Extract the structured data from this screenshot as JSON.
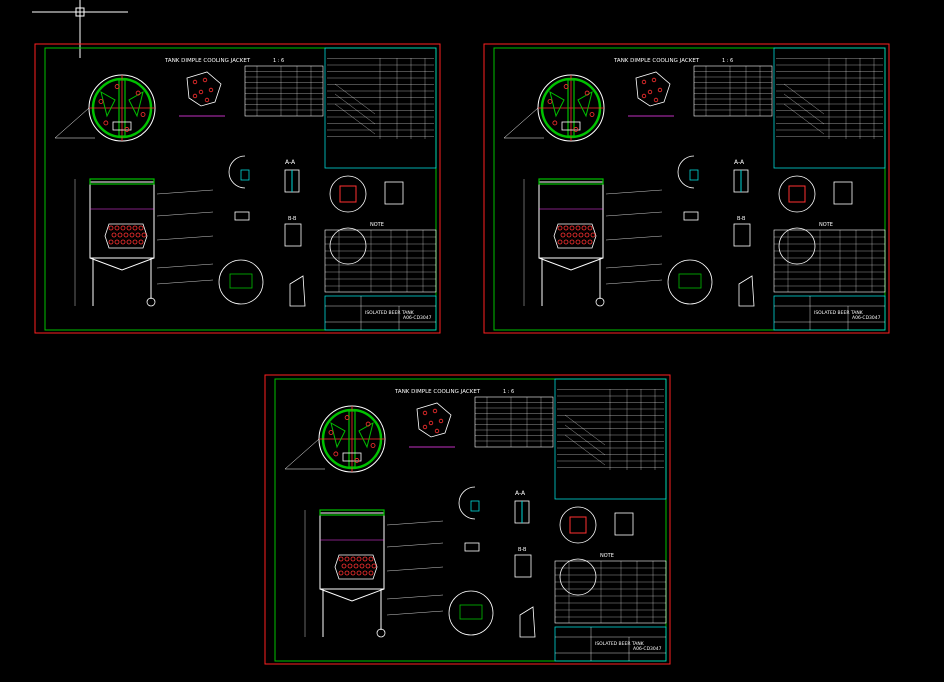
{
  "colors": {
    "background": "#000000",
    "outer_border": "#ff2020",
    "inner_border": "#00c000",
    "title_block": "#00d8d8",
    "line": "#ffffff",
    "accent_red": "#ff3030",
    "accent_green": "#00c000",
    "accent_cyan": "#00d8d8",
    "accent_magenta": "#ff40ff"
  },
  "cursor": {
    "icon": "crosshair-cursor-icon"
  },
  "sheets": [
    {
      "title": "TANK DIMPLE COOLING JACKET",
      "sheet_no": "1 : 6",
      "drawing_no": "A06-CD3047",
      "drawing_name": "ISOLATED BEER TANK",
      "detail_label_1": "A-A",
      "detail_label_2": "B-B",
      "note": "NOTE"
    },
    {
      "title": "TANK DIMPLE COOLING JACKET",
      "sheet_no": "1 : 6",
      "drawing_no": "A06-CD3047",
      "drawing_name": "ISOLATED BEER TANK",
      "detail_label_1": "A-A",
      "detail_label_2": "B-B",
      "note": "NOTE"
    },
    {
      "title": "TANK DIMPLE COOLING JACKET",
      "sheet_no": "1 : 6",
      "drawing_no": "A06-CD3047",
      "drawing_name": "ISOLATED BEER TANK",
      "detail_label_1": "A-A",
      "detail_label_2": "B-B",
      "note": "NOTE"
    }
  ]
}
